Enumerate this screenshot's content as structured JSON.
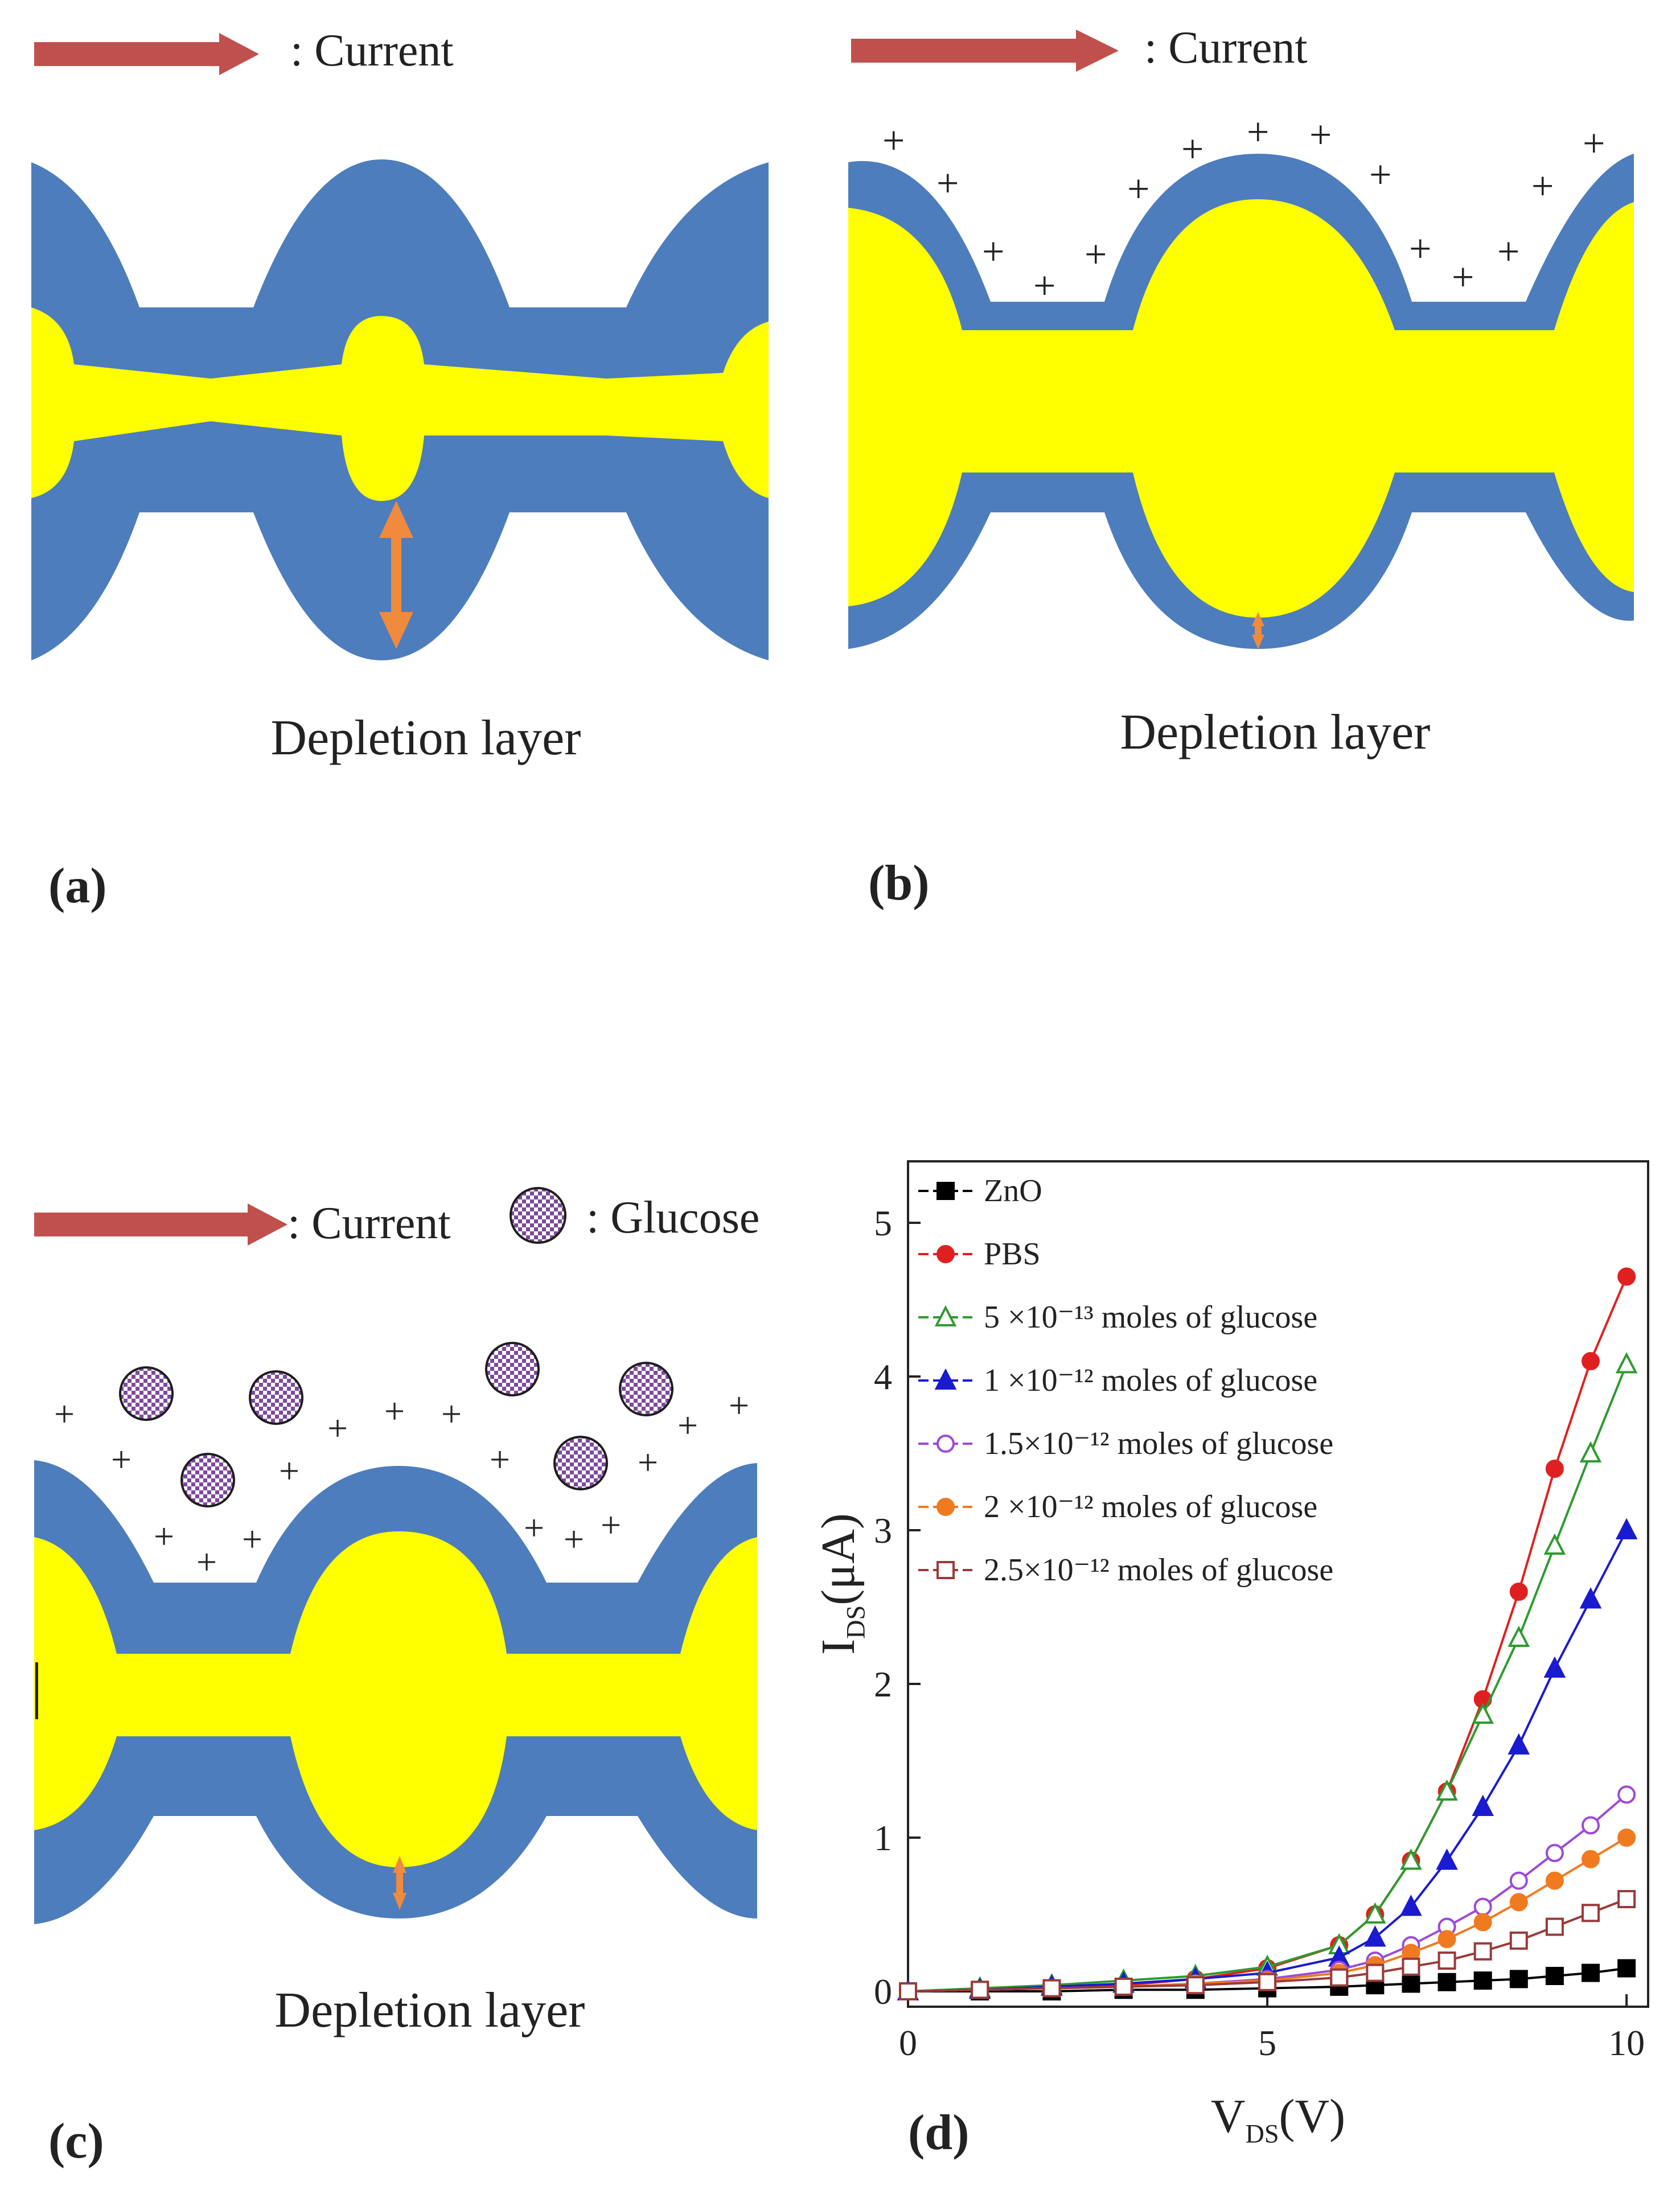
{
  "panels": {
    "a": {
      "label": "(a)",
      "legend_current": ": Current",
      "caption": "Depletion layer"
    },
    "b": {
      "label": "(b)",
      "legend_current": ": Current",
      "caption": "Depletion layer"
    },
    "c": {
      "label": "(c)",
      "legend_current": ": Current",
      "legend_glucose": ": Glucose",
      "caption": "Depletion layer"
    },
    "d": {
      "label": "(d)"
    }
  },
  "colors": {
    "depletion": "#4d7dbc",
    "channel": "#ffff00",
    "arrow_current": "#c0504d",
    "arrow_depletion": "#f08a3c",
    "glucose": "#7b4a9c"
  },
  "icons": {
    "current": "right-arrow-icon",
    "glucose": "glucose-molecule-icon",
    "charge": "plus-icon",
    "depletion_width": "double-arrow-icon"
  },
  "chart_data": {
    "type": "scatter",
    "title": "",
    "xlabel": "V_DS(V)",
    "ylabel": "I_DS(μA)",
    "xlim": [
      0,
      10.3
    ],
    "ylim": [
      -0.1,
      5.4
    ],
    "xticks": [
      0,
      5,
      10
    ],
    "yticks": [
      0,
      1,
      2,
      3,
      4,
      5
    ],
    "grid": false,
    "legend_position": "top-left",
    "series": [
      {
        "name": "ZnO",
        "color": "#000000",
        "marker": "square-filled",
        "x": [
          0,
          1,
          2,
          3,
          4,
          5,
          6,
          6.5,
          7,
          7.5,
          8,
          8.5,
          9,
          9.5,
          10
        ],
        "values": [
          0,
          0,
          0,
          0.01,
          0.01,
          0.02,
          0.03,
          0.04,
          0.05,
          0.06,
          0.07,
          0.08,
          0.1,
          0.12,
          0.15
        ]
      },
      {
        "name": "PBS",
        "color": "#e02020",
        "marker": "circle-filled",
        "x": [
          0,
          1,
          2,
          3,
          4,
          5,
          6,
          6.5,
          7,
          7.5,
          8,
          8.5,
          9,
          9.5,
          10
        ],
        "values": [
          0,
          0.01,
          0.02,
          0.04,
          0.08,
          0.15,
          0.3,
          0.5,
          0.85,
          1.3,
          1.9,
          2.6,
          3.4,
          4.1,
          4.65
        ]
      },
      {
        "name": "5  ×10⁻¹³ moles of glucose",
        "color": "#2e9a2e",
        "marker": "triangle-open",
        "x": [
          0,
          1,
          2,
          3,
          4,
          5,
          6,
          6.5,
          7,
          7.5,
          8,
          8.5,
          9,
          9.5,
          10
        ],
        "values": [
          0,
          0.02,
          0.04,
          0.07,
          0.1,
          0.16,
          0.3,
          0.5,
          0.85,
          1.3,
          1.8,
          2.3,
          2.9,
          3.5,
          4.08
        ]
      },
      {
        "name": "1  ×10⁻¹² moles of glucose",
        "color": "#1a1ad0",
        "marker": "triangle-filled",
        "x": [
          0,
          1,
          2,
          3,
          4,
          5,
          6,
          6.5,
          7,
          7.5,
          8,
          8.5,
          9,
          9.5,
          10
        ],
        "values": [
          0,
          0.01,
          0.03,
          0.05,
          0.08,
          0.12,
          0.22,
          0.35,
          0.55,
          0.85,
          1.2,
          1.6,
          2.1,
          2.55,
          3.0
        ]
      },
      {
        "name": "1.5×10⁻¹² moles of glucose",
        "color": "#9b4ad8",
        "marker": "circle-open",
        "x": [
          0,
          1,
          2,
          3,
          4,
          5,
          6,
          6.5,
          7,
          7.5,
          8,
          8.5,
          9,
          9.5,
          10
        ],
        "values": [
          0,
          0.01,
          0.02,
          0.03,
          0.05,
          0.08,
          0.14,
          0.2,
          0.3,
          0.42,
          0.55,
          0.72,
          0.9,
          1.08,
          1.28
        ]
      },
      {
        "name": "2  ×10⁻¹² moles of glucose",
        "color": "#f07a20",
        "marker": "circle-filled",
        "x": [
          0,
          1,
          2,
          3,
          4,
          5,
          6,
          6.5,
          7,
          7.5,
          8,
          8.5,
          9,
          9.5,
          10
        ],
        "values": [
          0,
          0.01,
          0.02,
          0.03,
          0.05,
          0.07,
          0.12,
          0.17,
          0.25,
          0.34,
          0.45,
          0.58,
          0.72,
          0.86,
          1.0
        ]
      },
      {
        "name": "2.5×10⁻¹² moles of glucose",
        "color": "#9a3a3a",
        "marker": "square-open",
        "x": [
          0,
          1,
          2,
          3,
          4,
          5,
          6,
          6.5,
          7,
          7.5,
          8,
          8.5,
          9,
          9.5,
          10
        ],
        "values": [
          0,
          0.01,
          0.02,
          0.03,
          0.04,
          0.06,
          0.09,
          0.12,
          0.16,
          0.2,
          0.26,
          0.33,
          0.42,
          0.51,
          0.6
        ]
      }
    ]
  }
}
